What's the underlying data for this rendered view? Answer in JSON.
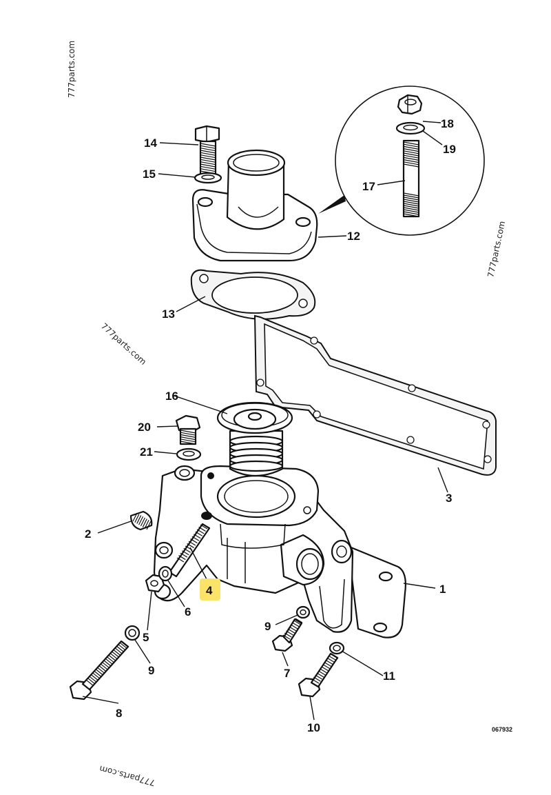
{
  "watermarks": [
    "777parts.com",
    "777parts.com",
    "777parts.com",
    "777parts.com"
  ],
  "drawing_ref": "067932",
  "highlight_color": "#fbe36a",
  "callouts": [
    {
      "number": "1"
    },
    {
      "number": "2"
    },
    {
      "number": "3"
    },
    {
      "number": "4",
      "highlighted": true
    },
    {
      "number": "5"
    },
    {
      "number": "6"
    },
    {
      "number": "7"
    },
    {
      "number": "8"
    },
    {
      "number": "9"
    },
    {
      "number": "9"
    },
    {
      "number": "10"
    },
    {
      "number": "11"
    },
    {
      "number": "12"
    },
    {
      "number": "13"
    },
    {
      "number": "14"
    },
    {
      "number": "15"
    },
    {
      "number": "16"
    },
    {
      "number": "17"
    },
    {
      "number": "18"
    },
    {
      "number": "19"
    },
    {
      "number": "20"
    },
    {
      "number": "21"
    }
  ]
}
